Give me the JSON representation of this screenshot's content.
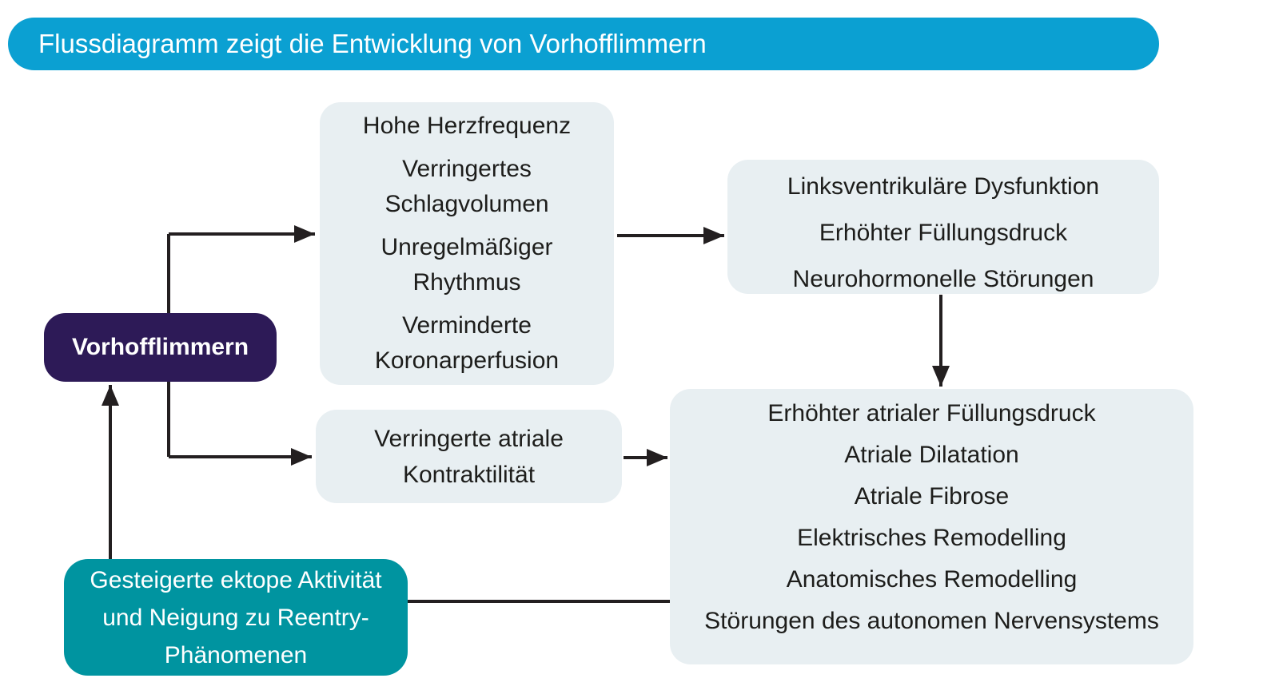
{
  "title": "Flussdiagramm zeigt die Entwicklung von Vorhofflimmern",
  "colors": {
    "banner": "#0BA0D2",
    "af_node": "#2D1A57",
    "ectopic_node": "#0094A0",
    "info_box": "#E8EFF2",
    "arrow": "#231F20",
    "text_dark": "#1D1D1B",
    "text_light": "#FFFFFF"
  },
  "nodes": {
    "vorhofflimmern": {
      "label": "Vorhofflimmern"
    },
    "hemodynamics": {
      "items": [
        [
          "Hohe Herzfrequenz"
        ],
        [
          "Verringertes",
          "Schlagvolumen"
        ],
        [
          "Unregelmäßiger",
          "Rhythmus"
        ],
        [
          "Verminderte",
          "Koronarperfusion"
        ]
      ]
    },
    "lv_dysfunction": {
      "lines": [
        "Linksventrikuläre Dysfunktion",
        "Erhöhter Füllungsdruck",
        "Neurohormonelle Störungen"
      ]
    },
    "atrial_contractility": {
      "lines": [
        "Verringerte atriale",
        "Kontraktilität"
      ]
    },
    "atrial_remodelling": {
      "lines": [
        "Erhöhter atrialer Füllungsdruck",
        "Atriale Dilatation",
        "Atriale Fibrose",
        "Elektrisches Remodelling",
        "Anatomisches Remodelling",
        "Störungen des autonomen Nervensystems"
      ]
    },
    "ectopic_activity": {
      "lines": [
        "Gesteigerte ektope Aktivität",
        "und Neigung zu Reentry-",
        "Phänomenen"
      ]
    }
  }
}
